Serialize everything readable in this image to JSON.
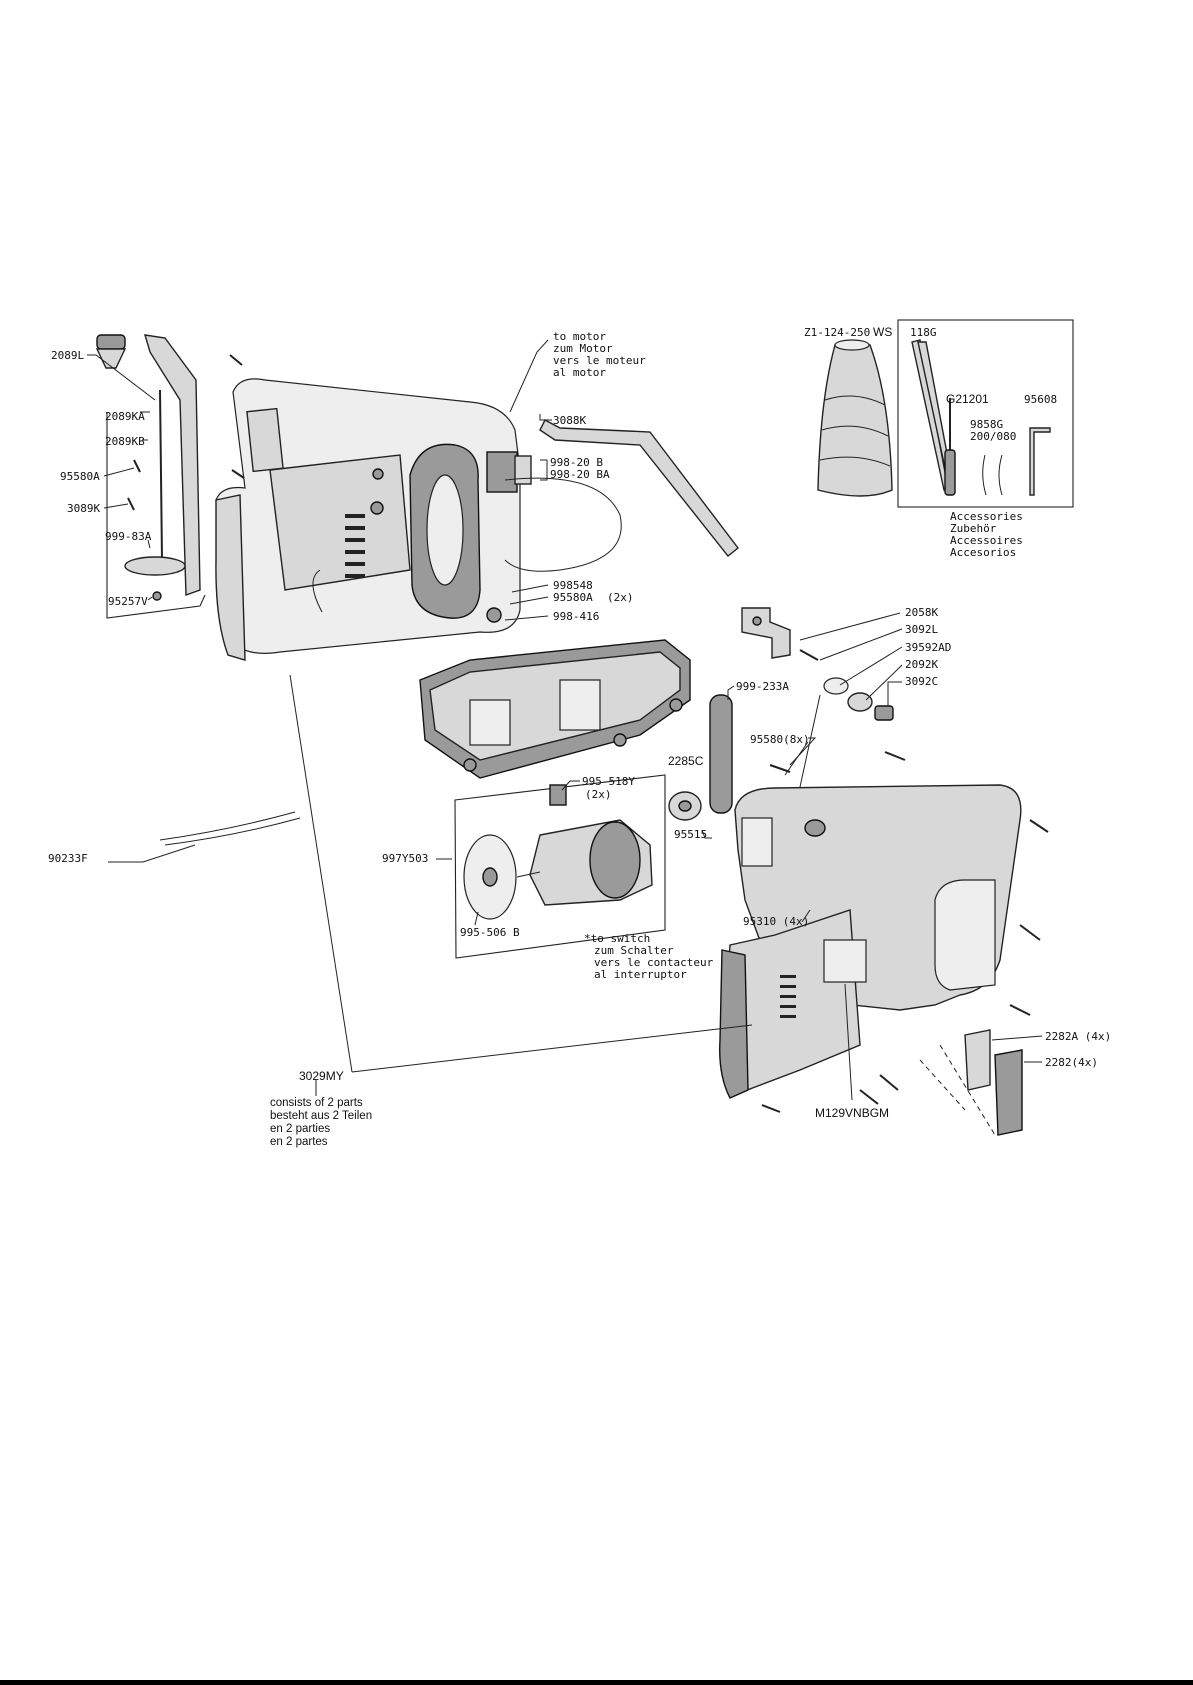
{
  "diagram": {
    "labels": {
      "p2089L": "2089L",
      "p2089KA": "2089KA",
      "p2089KB": "2089KB",
      "p95580A_left": "95580A",
      "p3089K": "3089K",
      "p999_83A": "999-83A",
      "p95257V": "95257V",
      "to_motor_en": "to motor",
      "to_motor_de": "zum Motor",
      "to_motor_fr": "vers le moteur",
      "to_motor_es": "al motor",
      "p3088K": "3088K",
      "p998_20B": "998-20 B",
      "p998_20BA": "998-20 BA",
      "p998548": "998548",
      "p95580A_mid": "95580A",
      "qty_2x_a": "(2x)",
      "p998_416": "998-416",
      "p21_124_250": "Z1-124-250",
      "ws": "WS",
      "p118G": "118G",
      "pG21201": "G21201",
      "p95608": "95608",
      "p9858G": "9858G",
      "p200_080": "200/080",
      "acc_en": "Accessories",
      "acc_de": "Zubehör",
      "acc_fr": "Accessoires",
      "acc_es": "Accesorios",
      "p2058K": "2058K",
      "p3092L": "3092L",
      "p39592AD": "39592AD",
      "p2092K": "2092K",
      "p3092C": "3092C",
      "p999_233A": "999-233A",
      "p95580_8x": "95580(8x)",
      "p2285C": "2285C",
      "p995_518Y": "995-518Y",
      "qty_2x_b": "(2x)",
      "p95515": "95515",
      "p90233F": "90233F",
      "p997Y503": "997Y503",
      "p995_506B": "995-506 B",
      "to_switch_en": "*to switch",
      "to_switch_de": "zum Schalter",
      "to_switch_fr": "vers le contacteur",
      "to_switch_es": "al interruptor",
      "p95310": "95310 (4x)",
      "p2282A": "2282A (4x)",
      "p2282": "2282(4x)",
      "p3029MY": "3029MY",
      "consists_en": "consists of 2 parts",
      "consists_de": "besteht aus 2 Teilen",
      "consists_fr": "en 2 parties",
      "consists_es": "en 2 partes",
      "pM129VNBGM": "M129VNBGM"
    }
  }
}
